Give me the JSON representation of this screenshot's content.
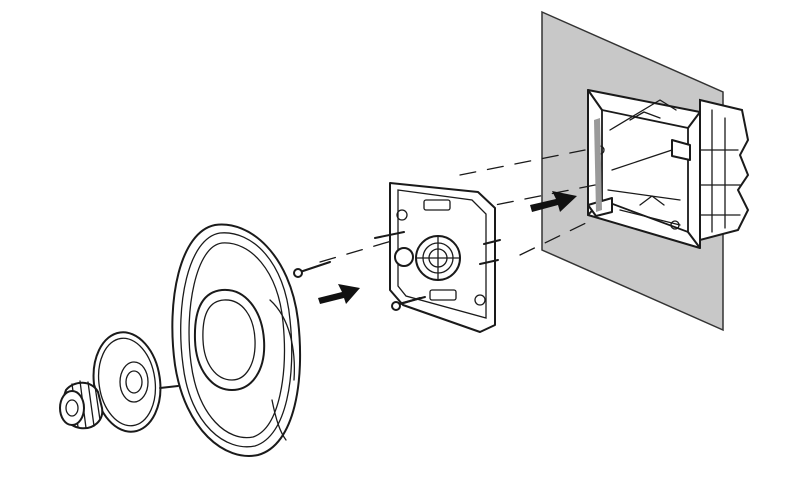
{
  "diagram": {
    "colors": {
      "background": "#ffffff",
      "line": "#1a1a1a",
      "wall": "#c8c8c8",
      "wall_edge": "#333333",
      "arrow": "#111111",
      "box_shadow": "#9a9a9a"
    },
    "components": [
      {
        "name": "knob"
      },
      {
        "name": "cover-ring"
      },
      {
        "name": "frame"
      },
      {
        "name": "mechanism-insert"
      },
      {
        "name": "wall-box"
      },
      {
        "name": "wall-surface"
      }
    ],
    "arrows": [
      {
        "name": "assembly-arrow-1",
        "icon": "arrow-right-icon"
      },
      {
        "name": "assembly-arrow-2",
        "icon": "arrow-right-icon"
      }
    ]
  }
}
